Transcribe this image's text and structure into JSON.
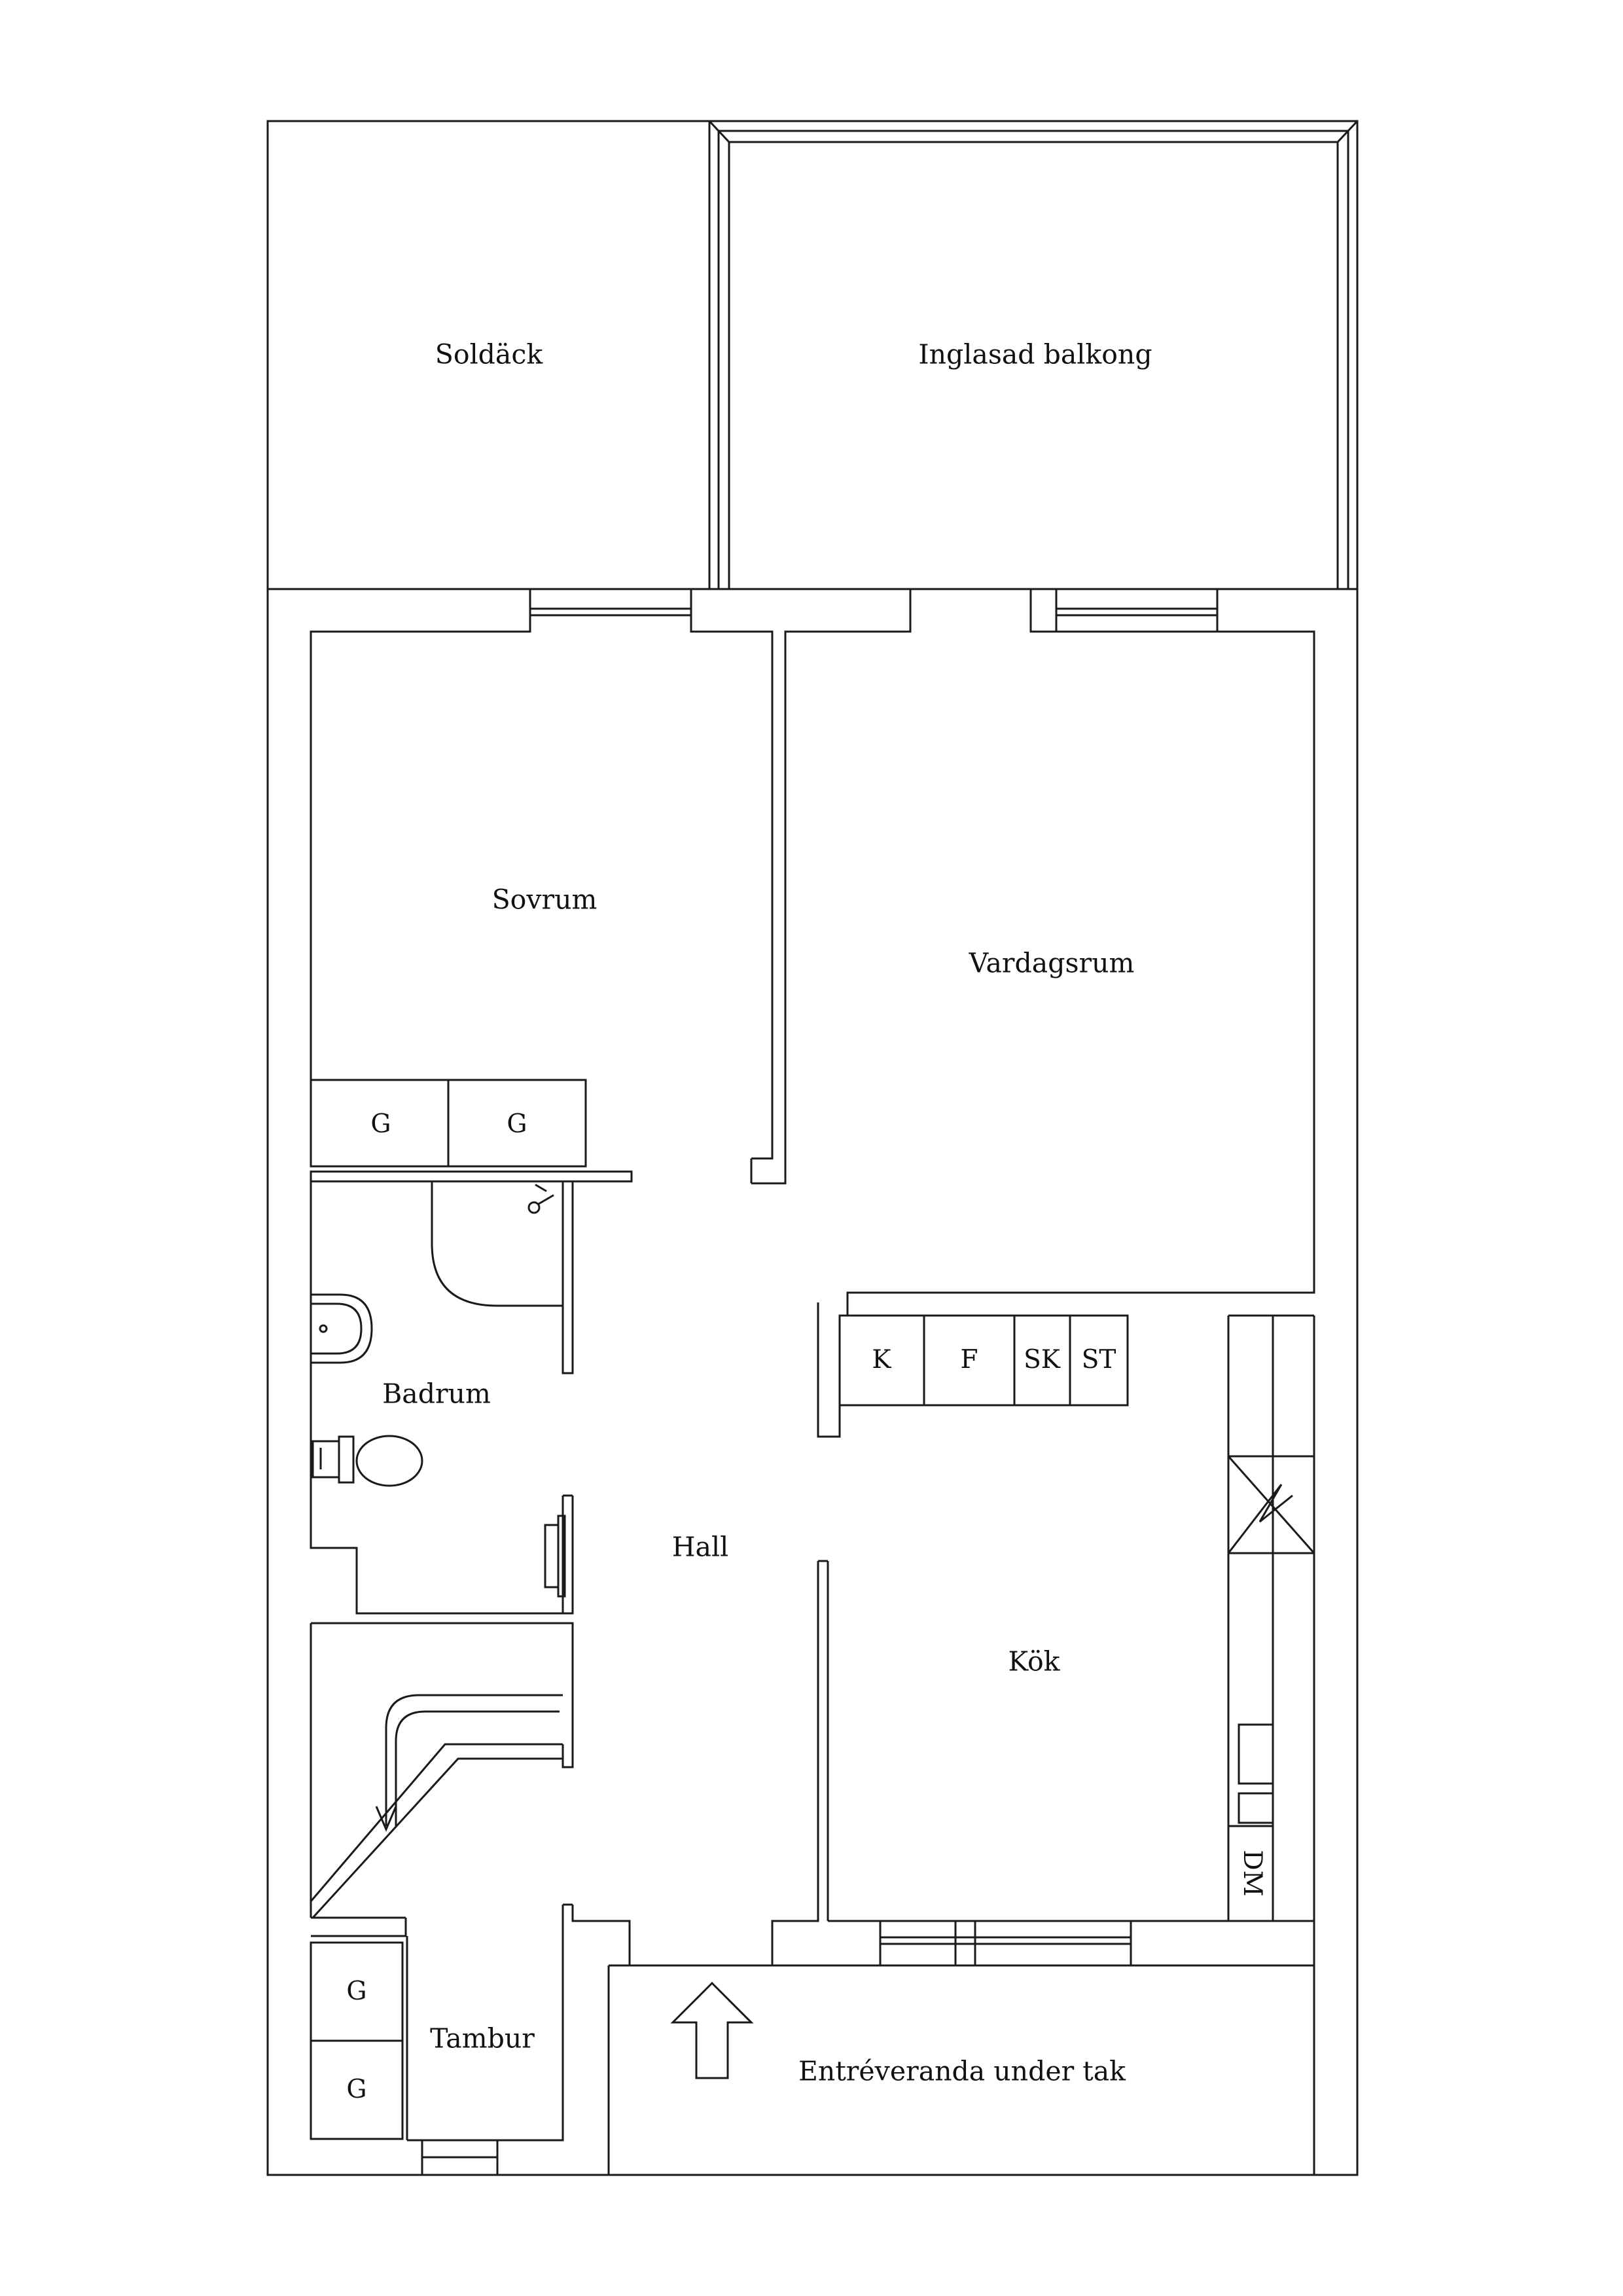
{
  "rooms": {
    "soldack": "Soldäck",
    "inglasad_balkong": "Inglasad balkong",
    "sovrum": "Sovrum",
    "vardagsrum": "Vardagsrum",
    "badrum": "Badrum",
    "hall": "Hall",
    "kok": "Kök",
    "tambur": "Tambur",
    "entreveranda": "Entréveranda under tak"
  },
  "closets": {
    "sovrum_closet_1": "G",
    "sovrum_closet_2": "G",
    "tambur_closet_1": "G",
    "tambur_closet_2": "G"
  },
  "kitchen_units": {
    "k": "K",
    "f": "F",
    "sk": "SK",
    "st": "ST",
    "dm": "DM"
  },
  "icons": {
    "entrance": "entrance-arrow-icon",
    "shower": "shower-icon",
    "sink": "sink-icon",
    "toilet": "toilet-icon",
    "radiator": "radiator-icon",
    "stairs": "stair-arrow-icon",
    "chimney": "chimney-icon"
  },
  "colors": {
    "line": "#1a1a1a",
    "background": "#ffffff"
  }
}
